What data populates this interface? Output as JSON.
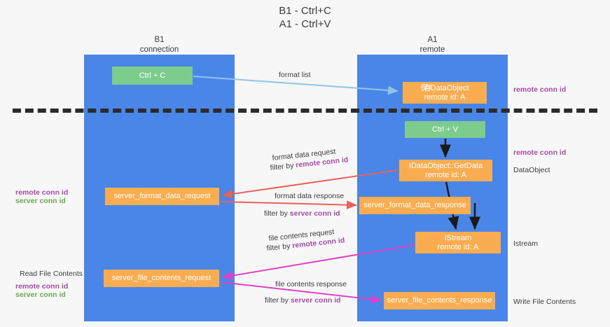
{
  "title": {
    "line1": "B1 - Ctrl+C",
    "line2": "A1 - Ctrl+V"
  },
  "lanes": [
    {
      "id": "b1",
      "name": "B1",
      "subtitle": "connection",
      "color": "#4a86e8"
    },
    {
      "id": "a1",
      "name": "A1",
      "subtitle": "remote",
      "color": "#4a86e8"
    }
  ],
  "nodes": {
    "ctrl_c": {
      "label": "Ctrl + C",
      "color": "#7ccc8e"
    },
    "store_idataobject": {
      "prefix": "保存",
      "label": "IDataObject",
      "sub": "remote id: A",
      "color": "#f9ad50"
    },
    "ctrl_v": {
      "label": "Ctrl + V",
      "color": "#7ccc8e"
    },
    "getdata": {
      "label": "IDataObject::GetData",
      "sub": "remote id: A",
      "color": "#f9ad50"
    },
    "format_data_request": {
      "label": "server_format_data_request",
      "color": "#f9ad50"
    },
    "format_data_response": {
      "label": "server_format_data_response",
      "color": "#f9ad50"
    },
    "istream": {
      "label": "IStream",
      "sub": "remote id: A",
      "color": "#f9ad50"
    },
    "file_contents_request": {
      "label": "server_file_contents_request",
      "color": "#f9ad50"
    },
    "file_contents_response": {
      "label": "server_file_contents_response",
      "color": "#f9ad50"
    }
  },
  "arrow_captions": {
    "format_list": "format list",
    "format_data_request": "format data request",
    "format_data_request_filter_prefix": "filter by ",
    "format_data_request_filter_value": "remote conn id",
    "format_data_response": "format data response",
    "format_data_response_filter_prefix": "filter by ",
    "format_data_response_filter_value": "server conn id",
    "file_contents_request": "file contents request",
    "file_contents_request_filter_prefix": "filter by ",
    "file_contents_request_filter_value": "remote conn id",
    "file_contents_response": "file contents response",
    "file_contents_response_filter_prefix": "filter by ",
    "file_contents_response_filter_value": "server conn id"
  },
  "side_labels": {
    "right_remote_conn_id_top": "remote conn id",
    "right_remote_conn_id_mid": "remote conn id",
    "right_dataobject": "DataObject",
    "right_istream": "Istream",
    "right_write_file": "Write File Contents",
    "left_remote_conn_id": "remote conn id",
    "left_server_conn_id": "server conn id",
    "left_read_file": "Read File Contents",
    "left_remote_conn_id_2": "remote conn id",
    "left_server_conn_id_2": "server conn id"
  },
  "colors": {
    "lane": "#4a86e8",
    "green_node": "#7ccc8e",
    "orange_node": "#f9ad50",
    "purple_accent": "#a64ca6",
    "green_accent": "#6aa84f",
    "arrow_lightblue": "#8ec5e8",
    "arrow_red": "#e8615a",
    "arrow_magenta": "#e040c8",
    "arrow_black": "#1a1a1a",
    "separator": "#2b2b2b",
    "background": "#f7f7f7"
  }
}
